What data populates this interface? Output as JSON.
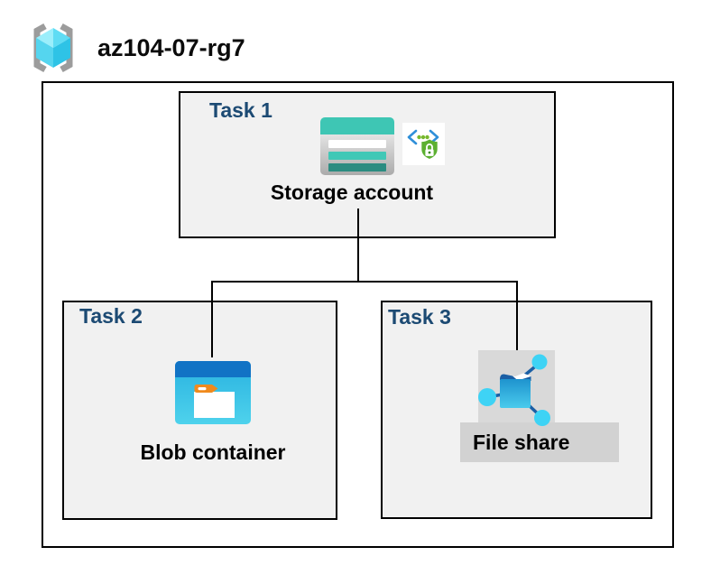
{
  "header": {
    "title": "az104-07-rg7",
    "icon": "resource-group-icon"
  },
  "tasks": {
    "task1": {
      "label": "Task 1",
      "item": "Storage account",
      "icons": [
        "storage-account-icon",
        "secure-access-sas-icon"
      ]
    },
    "task2": {
      "label": "Task 2",
      "item": "Blob container",
      "icons": [
        "blob-container-icon"
      ]
    },
    "task3": {
      "label": "Task 3",
      "item": "File share",
      "icons": [
        "file-share-icon"
      ]
    }
  },
  "connections": [
    {
      "from": "Storage account",
      "to": "Blob container"
    },
    {
      "from": "Storage account",
      "to": "File share"
    }
  ],
  "colors": {
    "task_label": "#1C4A73",
    "box_fill": "#F1F1F1",
    "box_border": "#000000",
    "connector": "#000000",
    "storage_teal": "#3EC6B4",
    "storage_teal_dark": "#2B8C81",
    "blob_blue_bar": "#1173C5",
    "blob_body_cyan": "#35C2E6",
    "blob_tab_orange": "#F08A1D",
    "shield_green": "#5CB031",
    "bracket_blue": "#2F8FD9",
    "fileshare_folder_blue": "#1F9CD6",
    "fileshare_node_cyan": "#3ED3F5",
    "fileshare_dark_blue": "#1B5FA5",
    "gray_image_bg": "#D9D9D9",
    "cube_cyan": "#66DEF6"
  }
}
